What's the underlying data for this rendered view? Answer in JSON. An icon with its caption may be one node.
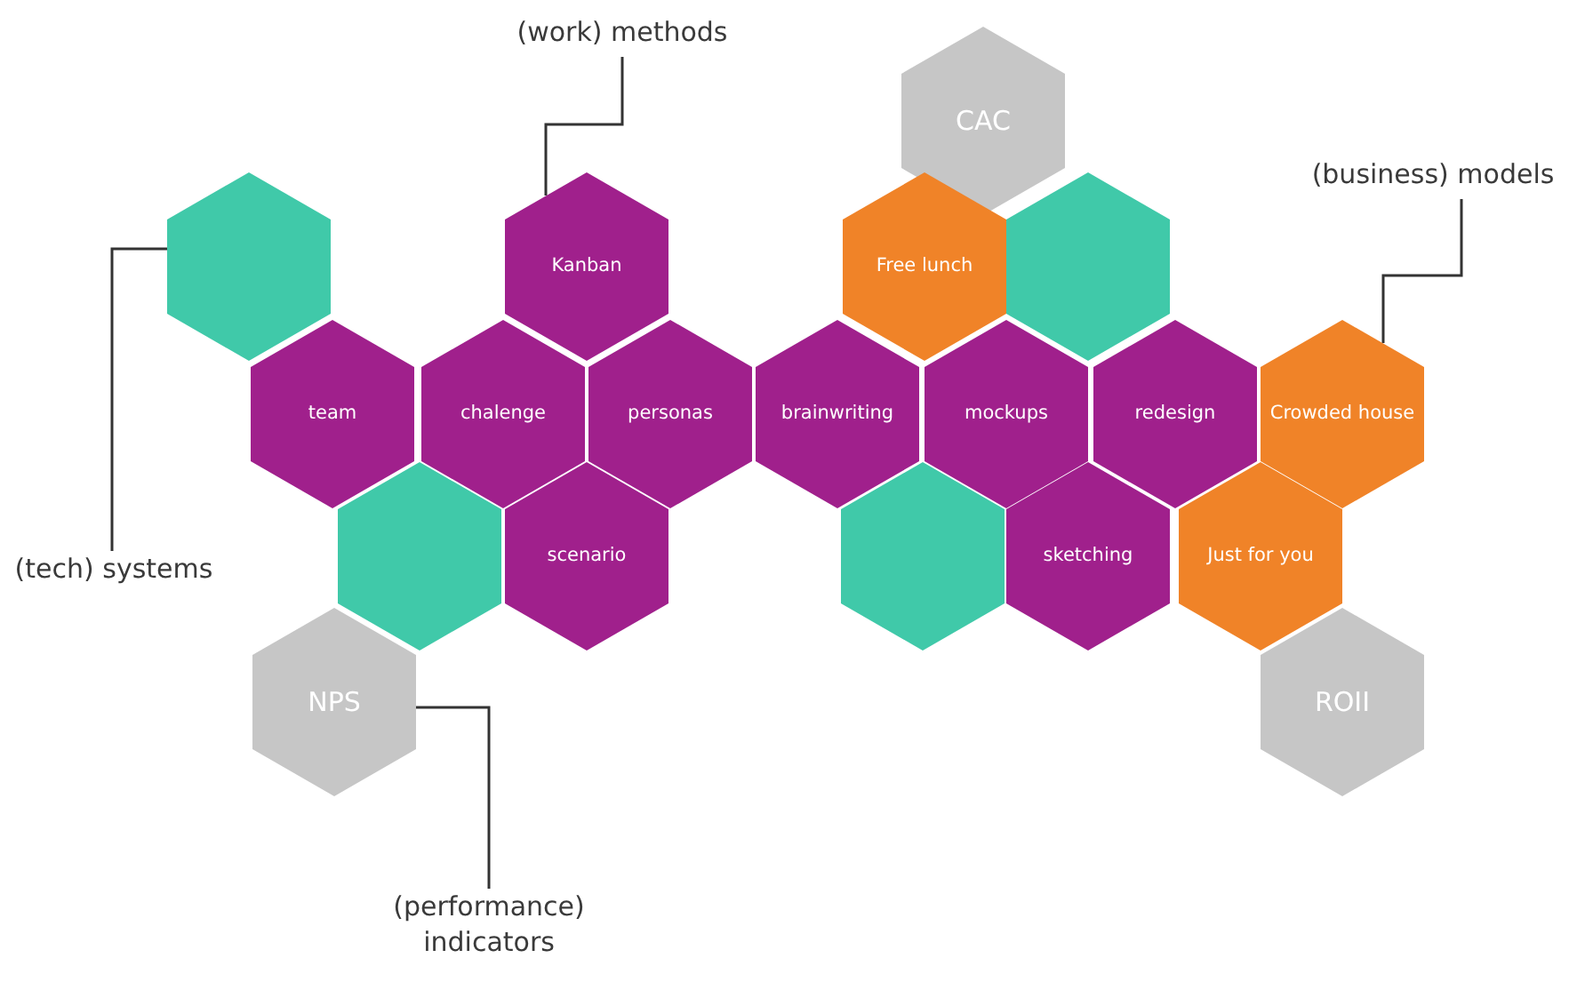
{
  "diagram": {
    "nodes": [
      {
        "text": [
          "(work) methods"
        ]
      },
      {
        "text": [
          "CAC"
        ]
      },
      {
        "text": [],
        "shape": "hexagon"
      },
      {
        "text": [
          "Kanban"
        ]
      },
      {
        "text": [
          "Free lunch"
        ]
      },
      {
        "text": [],
        "shape": "hexagon"
      },
      {
        "text": [
          "(business) models"
        ]
      },
      {
        "text": [
          "team"
        ]
      },
      {
        "text": [
          "chalenge"
        ]
      },
      {
        "text": [
          "personas"
        ]
      },
      {
        "text": [
          "brainwriting"
        ]
      },
      {
        "text": [
          "mockups"
        ]
      },
      {
        "text": [
          "redesign"
        ]
      },
      {
        "text": [
          "Crowded house"
        ]
      },
      {
        "text": [
          "(tech) systems"
        ]
      },
      {
        "text": [],
        "shape": "hexagon"
      },
      {
        "text": [
          "scenario"
        ]
      },
      {
        "text": [],
        "shape": "hexagon"
      },
      {
        "text": [
          "sketching"
        ]
      },
      {
        "text": [
          "Just for you"
        ]
      },
      {
        "text": [
          "NPS"
        ]
      },
      {
        "text": [
          "ROII"
        ]
      },
      {
        "text": [
          "(performance) indicators"
        ]
      }
    ],
    "edges": [
      {
        "from": 0,
        "to": 3,
        "arrow": "none"
      },
      {
        "from": 14,
        "to": 2,
        "arrow": "none"
      },
      {
        "from": 6,
        "to": 13,
        "arrow": "none"
      },
      {
        "from": 22,
        "to": 20,
        "arrow": "none"
      }
    ]
  }
}
